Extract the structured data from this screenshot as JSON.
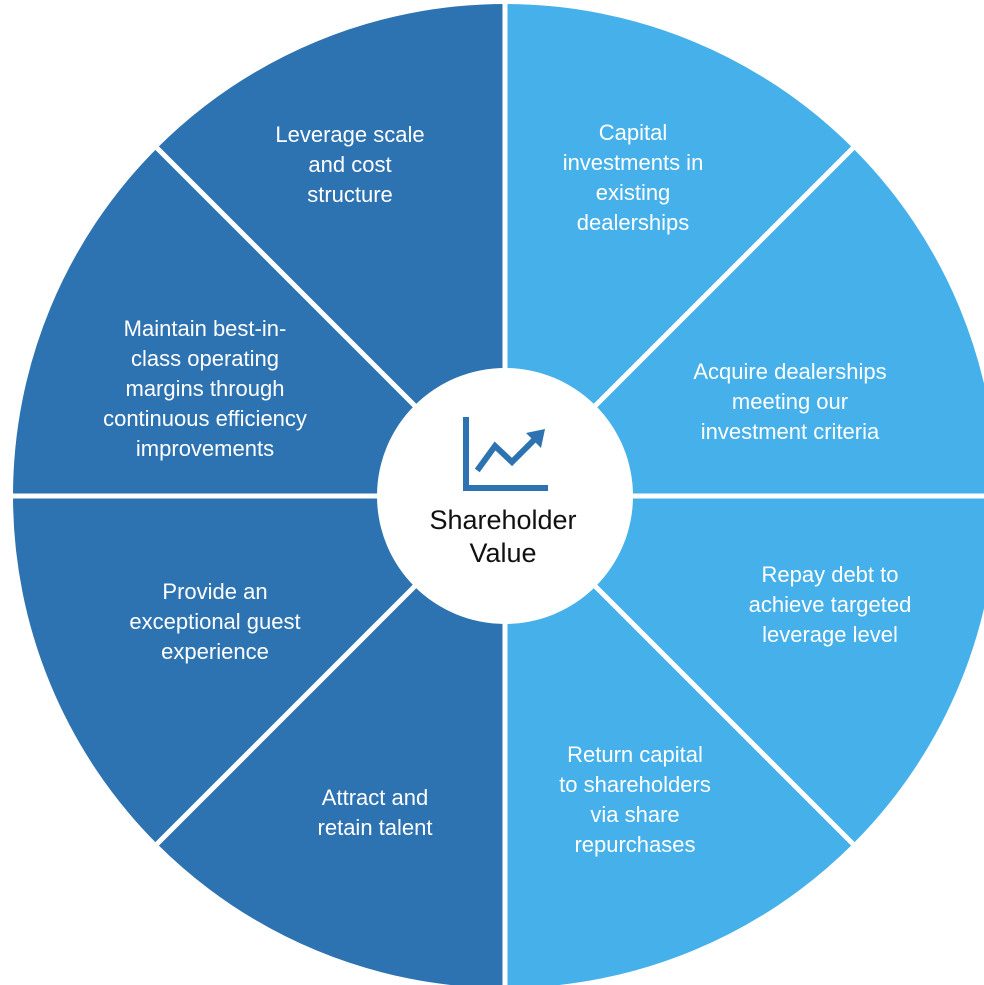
{
  "colors": {
    "dark_segment": "#2e73b1",
    "light_segment": "#46b0ea",
    "divider": "#ffffff",
    "center_bg": "#ffffff",
    "center_text": "#111111",
    "label_text": "#ffffff"
  },
  "center": {
    "title": "Shareholder\nValue",
    "icon": "line-chart-trend-up-icon"
  },
  "segments": [
    {
      "label": "Capital\ninvestments in\nexisting\ndealerships",
      "tone": "light"
    },
    {
      "label": "Acquire dealerships\nmeeting our\ninvestment criteria",
      "tone": "light"
    },
    {
      "label": "Repay debt to\nachieve targeted\nleverage level",
      "tone": "light"
    },
    {
      "label": "Return capital\nto shareholders\nvia share\nrepurchases",
      "tone": "light"
    },
    {
      "label": "Attract and\nretain talent",
      "tone": "dark"
    },
    {
      "label": "Provide an\nexceptional guest\nexperience",
      "tone": "dark"
    },
    {
      "label": "Maintain best-in-\nclass operating\nmargins through\ncontinuous efficiency\nimprovements",
      "tone": "dark"
    },
    {
      "label": "Leverage scale\nand cost\nstructure",
      "tone": "dark"
    }
  ]
}
